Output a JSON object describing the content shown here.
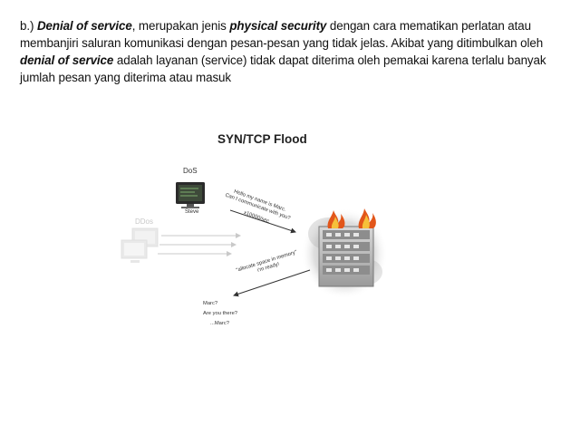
{
  "paragraph": {
    "prefix": "b.) ",
    "term1": "Denial of service",
    "part1": ", merupakan jenis ",
    "term2": "physical security",
    "part2": " dengan cara mematikan perlatan atau membanjiri saluran komunikasi dengan pesan-pesan yang tidak jelas. Akibat yang ditimbulkan oleh ",
    "term3": "denial of service",
    "part3": " adalah layanan (service) tidak dapat diterima oleh pemakai karena terlalu banyak jumlah pesan yang diterima atau masuk"
  },
  "figure": {
    "title": "SYN/TCP Flood",
    "dos_label": "DoS",
    "ddos_label": "DDos",
    "steve_label": "Steve",
    "hello_msg_line1": "Hello my name is Marc.",
    "hello_msg_line2": "Can I communicate with you?",
    "rate_msg": "x10000/sec",
    "alloc_msg_line1": "\"allocate space in memory\"",
    "alloc_msg_line2": "i'm ready!",
    "marc_line1": "Marc?",
    "marc_line2": "Are you there?",
    "marc_line3": "...Marc?"
  }
}
